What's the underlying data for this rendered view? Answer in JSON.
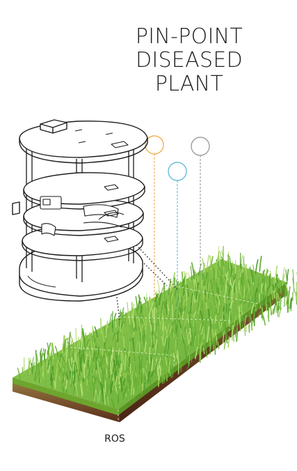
{
  "title": {
    "line1": "PIN-POINT",
    "line2": "DISEASED",
    "line3": "PLANT"
  },
  "caption": "ROS",
  "colors": {
    "marker_orange": "#f0a23a",
    "marker_teal": "#52b3d3",
    "marker_gray": "#8f8f8f",
    "grass_light": "#8ccb4a",
    "grass_dark": "#4c9a2a",
    "soil_top": "#8b6a3a",
    "soil_bottom": "#5a2e1a",
    "robot_outline": "#1a1a1a"
  },
  "icons": {
    "robot": "turtlebot-robot-illustration",
    "field": "grass-field-segments",
    "markers": "target-circle-markers"
  }
}
